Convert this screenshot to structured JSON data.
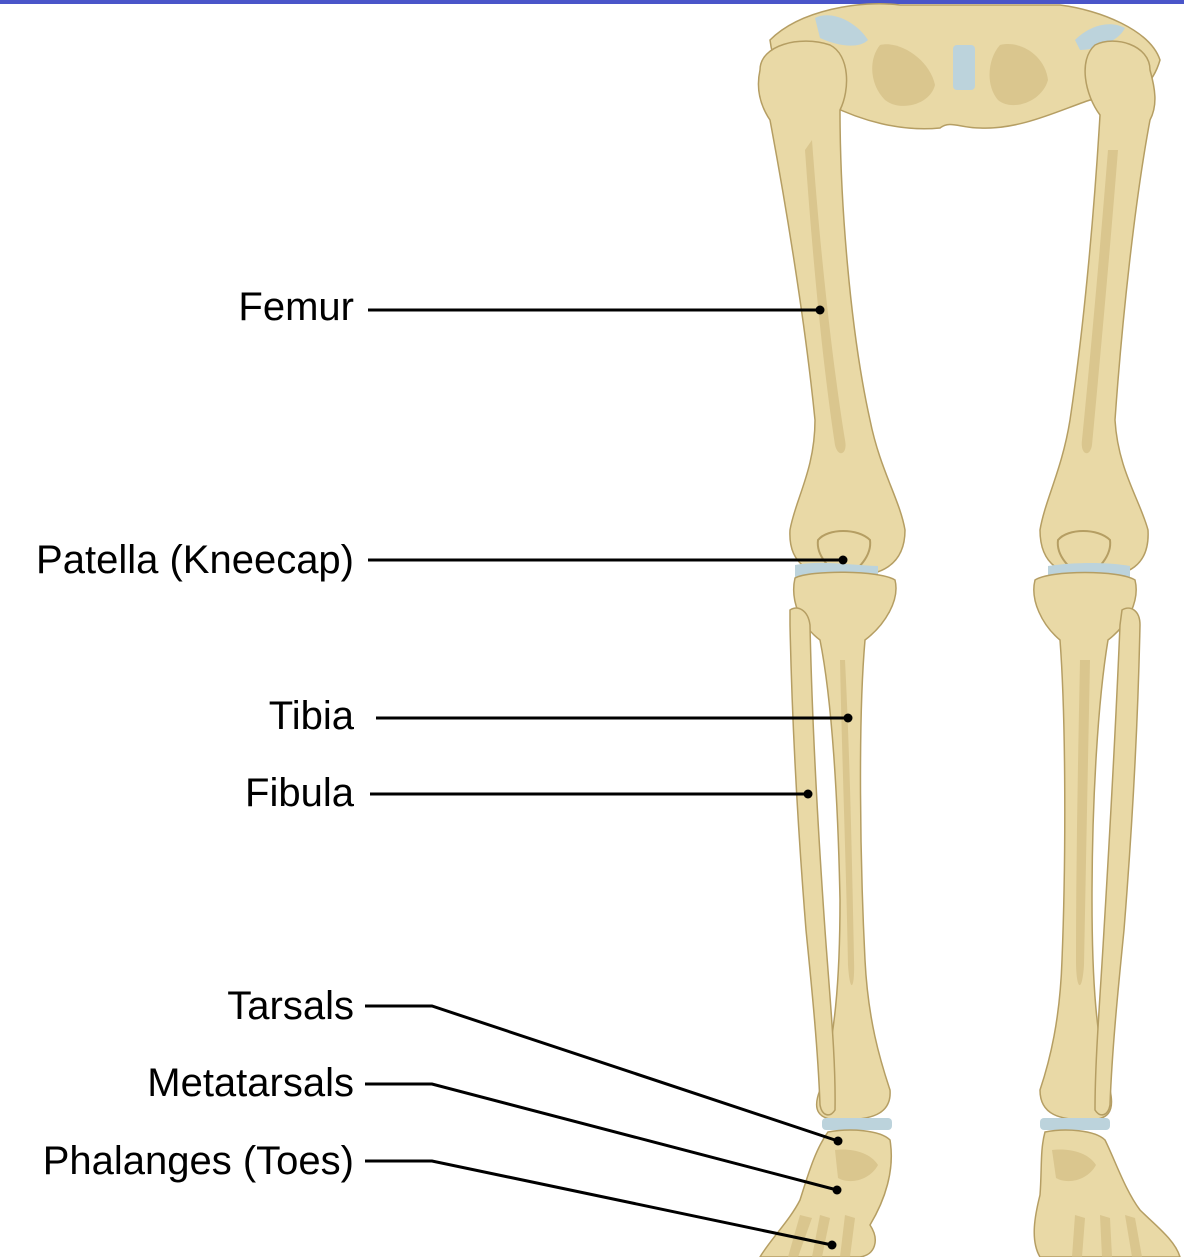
{
  "colors": {
    "bone": "#e9d9a6",
    "bone_shadow": "#d3be84",
    "bone_outline": "#b59e63",
    "cartilage": "#bcd3dc",
    "leader_line": "#000000",
    "top_border": "#4a55c9"
  },
  "labels": {
    "femur": "Femur",
    "patella": "Patella (Kneecap)",
    "tibia": "Tibia",
    "fibula": "Fibula",
    "tarsals": "Tarsals",
    "metatarsals": "Metatarsals",
    "phalanges": "Phalanges (Toes)"
  }
}
